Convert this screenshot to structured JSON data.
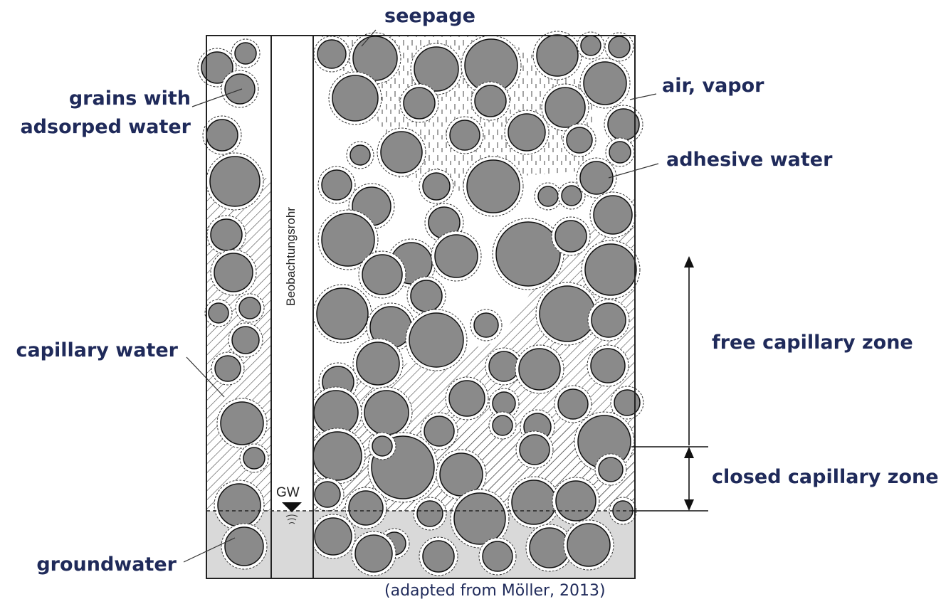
{
  "labels": {
    "seepage": "seepage",
    "grains_line1": "grains with",
    "grains_line2": "adsorped water",
    "air_vapor": "air, vapor",
    "adhesive_water": "adhesive water",
    "capillary_water": "capillary water",
    "free_capillary_zone": "free capillary zone",
    "closed_capillary_zone": "closed capillary zone",
    "groundwater": "groundwater",
    "pipe_label": "Beobachtungsrohr",
    "gw_label": "GW",
    "caption": "(adapted from Möller, 2013)"
  },
  "colors": {
    "label_text": "#1f2a5a",
    "grain_fill": "#8a8a8a",
    "groundwater_fill": "#d9d9d9",
    "hatch": "#444444",
    "outline": "#222222"
  }
}
